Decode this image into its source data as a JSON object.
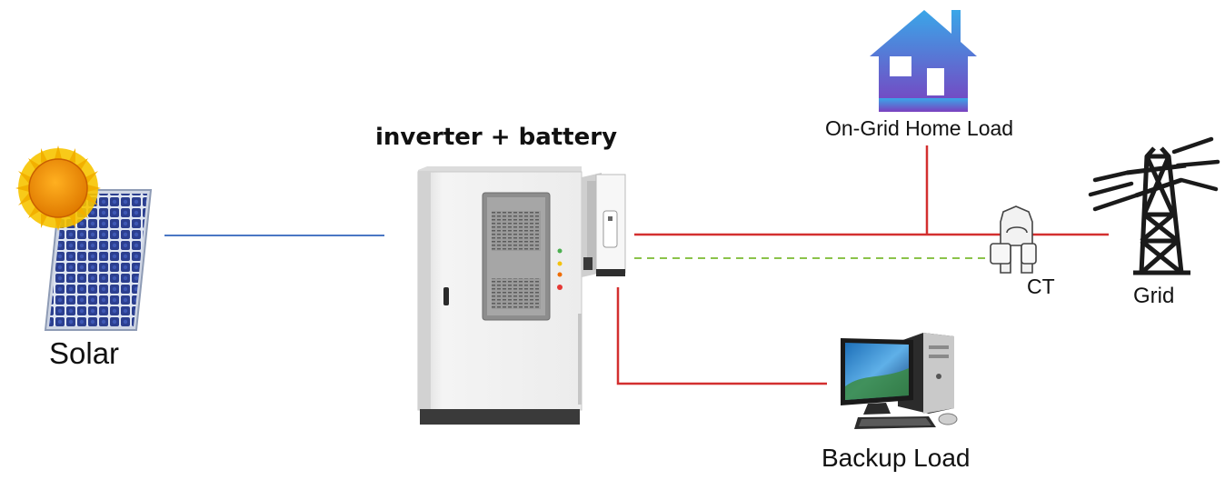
{
  "labels": {
    "solar": "Solar",
    "inverter_battery": "inverter + battery",
    "on_grid_home_load": "On-Grid Home Load",
    "ct": "CT",
    "grid": "Grid",
    "backup_load": "Backup Load"
  },
  "colors": {
    "dc_line": "#4a77c4",
    "ac_line": "#d32f2f",
    "comm_line": "#8bc34a",
    "house_gradient_top": "#3aa6e8",
    "house_gradient_bottom": "#7b3fbf",
    "sun": "#f2a516",
    "panel_cell": "#2c3f8f"
  },
  "icons": {
    "solar": "sun-over-solar-panel-icon",
    "inverter": "inverter-battery-cabinet-icon",
    "home": "house-icon",
    "ct": "current-transformer-clamp-icon",
    "grid": "transmission-tower-icon",
    "backup": "desktop-computer-icon"
  }
}
